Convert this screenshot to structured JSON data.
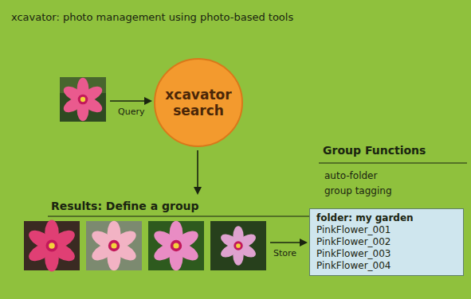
{
  "diagram": {
    "title": "xcavator: photo management using photo-based tools",
    "nodes": [
      {
        "text": [
          "xcavator search"
        ]
      },
      {
        "text": [
          "folder: my garden",
          "PinkFlower_001",
          "PinkFlower_002",
          "PinkFlower_003",
          "PinkFlower_004"
        ]
      }
    ],
    "labels": [
      "Query",
      "Group Functions",
      "auto-folder",
      "group tagging",
      "Results: Define a group",
      "Store"
    ]
  }
}
